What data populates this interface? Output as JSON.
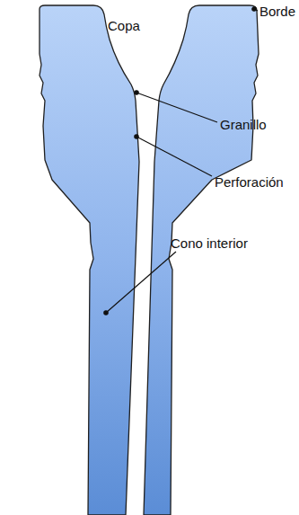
{
  "diagram": {
    "labels": [
      "Copa",
      "Borde",
      "Granillo",
      "Perforación",
      "Cono interior"
    ]
  }
}
